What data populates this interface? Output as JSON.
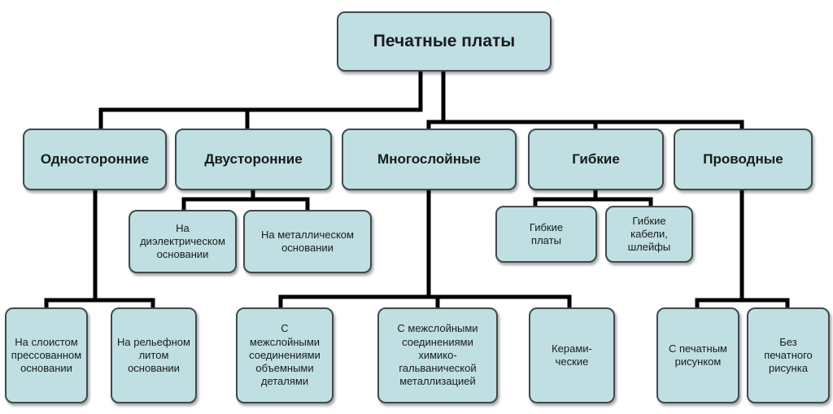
{
  "root": {
    "label": "Печатные платы"
  },
  "categories": [
    {
      "label": "Односторонние"
    },
    {
      "label": "Двусторонние"
    },
    {
      "label": "Многослойные"
    },
    {
      "label": "Гибкие"
    },
    {
      "label": "Проводные"
    }
  ],
  "double_sided": [
    {
      "label": "На\nдиэлектрическом\nосновании"
    },
    {
      "label": "На металлическом\nосновании"
    }
  ],
  "flexible": [
    {
      "label": "Гибкие\nплаты"
    },
    {
      "label": "Гибкие\nкабели,\nшлейфы"
    }
  ],
  "single_sided": [
    {
      "label": "На слоистом\nпрессованном\nосновании"
    },
    {
      "label": "На рельефном\nлитом\nосновании"
    }
  ],
  "multilayer": [
    {
      "label": "С\nмежслойными\nсоединениями\nобъемными\nдеталями"
    },
    {
      "label": "С межслойными\nсоединениями\nхимико-\nгальванической\nметаллизацией"
    },
    {
      "label": "Керами-\nческие"
    }
  ],
  "wired": [
    {
      "label": "С печатным\nрисунком"
    },
    {
      "label": "Без\nпечатного\nрисунка"
    }
  ]
}
